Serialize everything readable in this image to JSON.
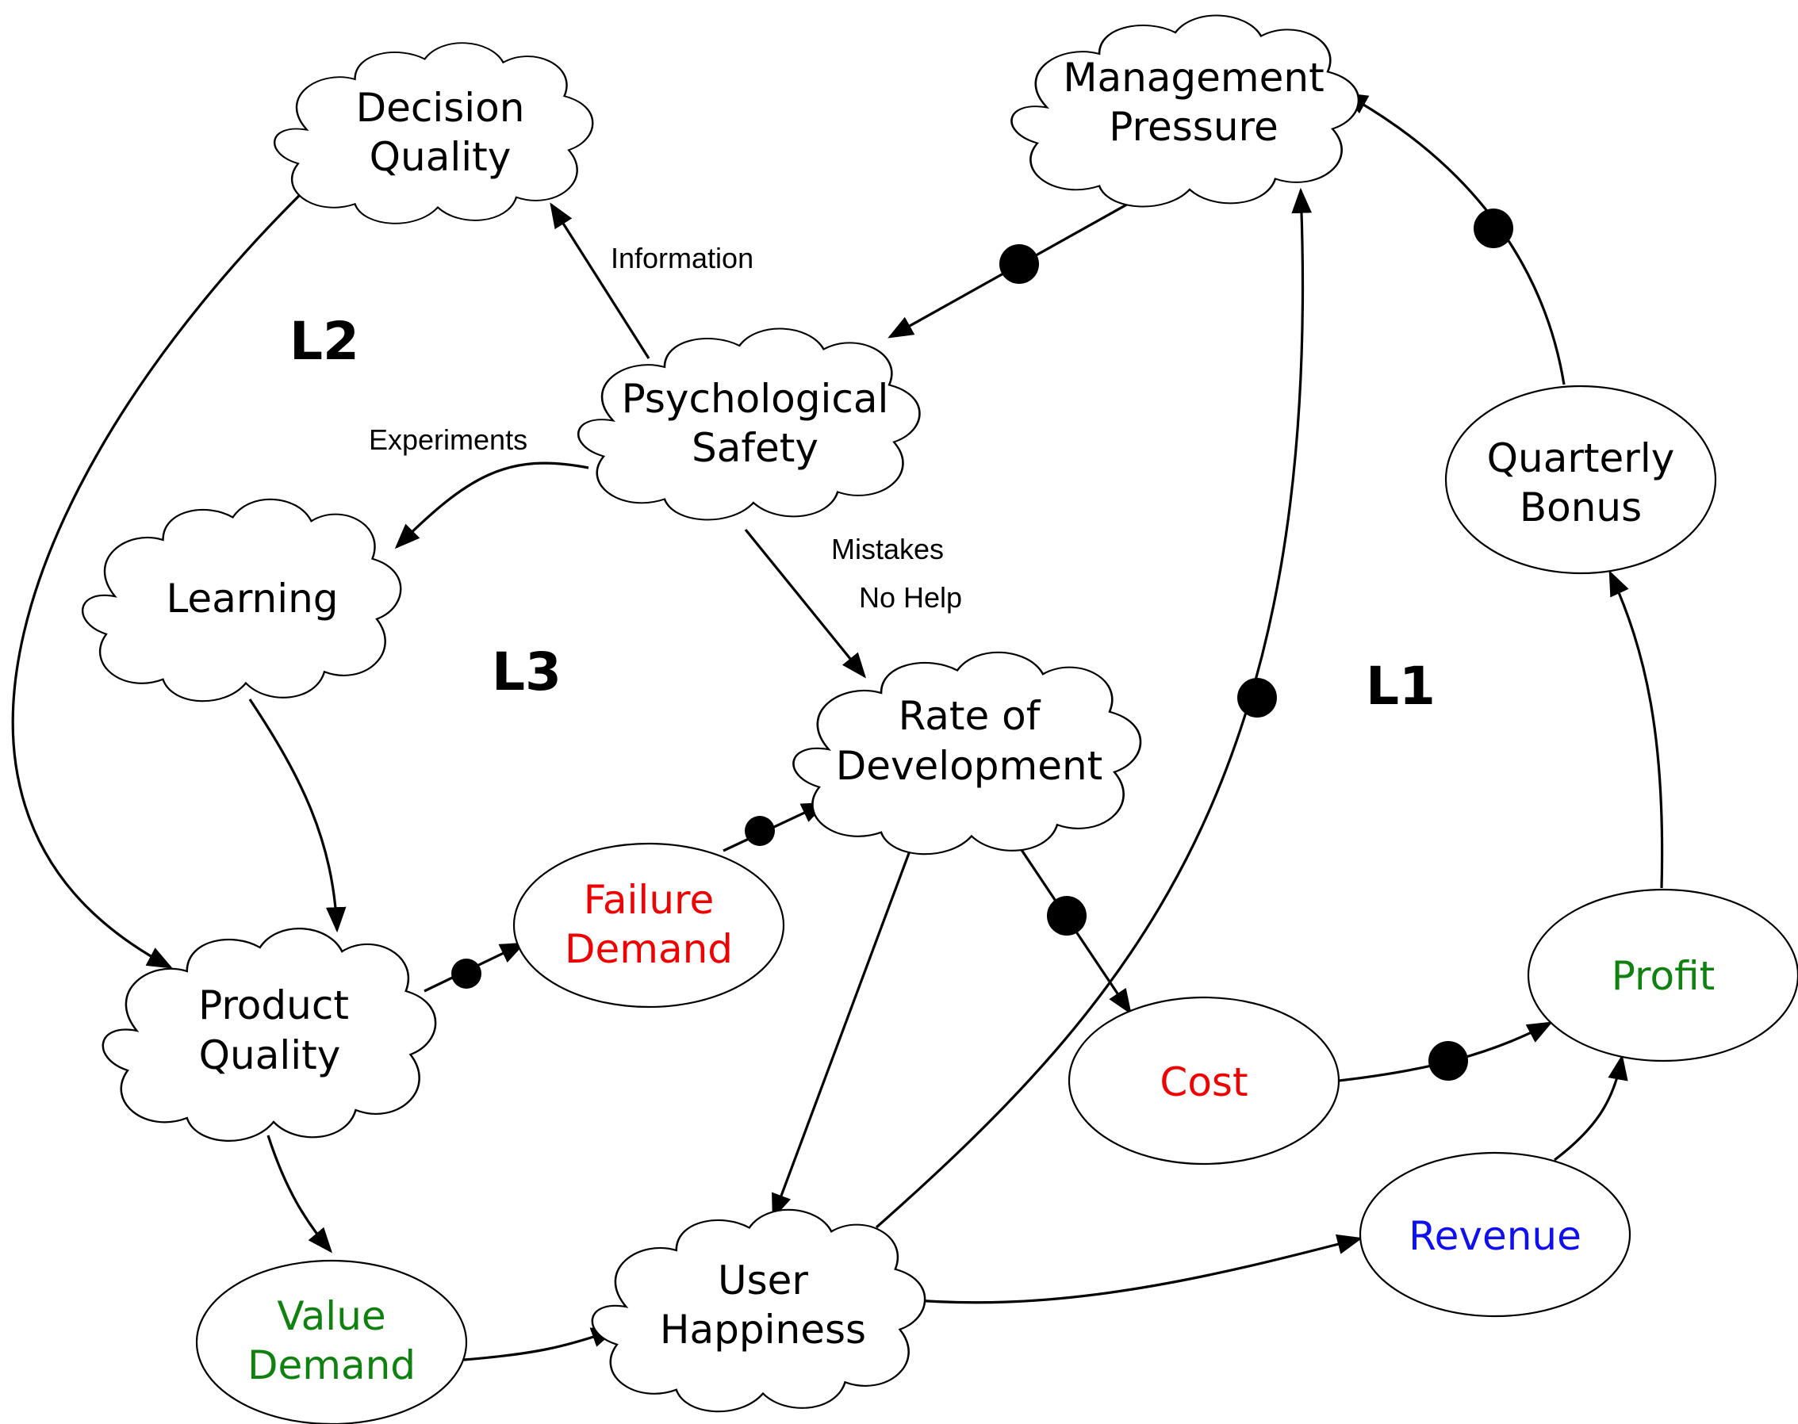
{
  "colors": {
    "black": "#000000",
    "red": "#ee0000",
    "green": "#108010",
    "blue": "#1010ee"
  },
  "nodes": {
    "decision_quality": {
      "lines": [
        "Decision",
        "Quality"
      ],
      "color": "#000000",
      "shape": "cloud"
    },
    "management_pressure": {
      "lines": [
        "Management",
        "Pressure"
      ],
      "color": "#000000",
      "shape": "cloud"
    },
    "psychological_safety": {
      "lines": [
        "Psychological",
        "Safety"
      ],
      "color": "#000000",
      "shape": "cloud"
    },
    "learning": {
      "lines": [
        "Learning"
      ],
      "color": "#000000",
      "shape": "cloud"
    },
    "rate_of_development": {
      "lines": [
        "Rate of",
        "Development"
      ],
      "color": "#000000",
      "shape": "cloud"
    },
    "quarterly_bonus": {
      "lines": [
        "Quarterly",
        "Bonus"
      ],
      "color": "#000000",
      "shape": "ellipse"
    },
    "failure_demand": {
      "lines": [
        "Failure",
        "Demand"
      ],
      "color": "#ee0000",
      "shape": "ellipse"
    },
    "product_quality": {
      "lines": [
        "Product",
        "Quality"
      ],
      "color": "#000000",
      "shape": "cloud"
    },
    "profit": {
      "lines": [
        "Profit"
      ],
      "color": "#108010",
      "shape": "ellipse"
    },
    "cost": {
      "lines": [
        "Cost"
      ],
      "color": "#ee0000",
      "shape": "ellipse"
    },
    "revenue": {
      "lines": [
        "Revenue"
      ],
      "color": "#1010ee",
      "shape": "ellipse"
    },
    "value_demand": {
      "lines": [
        "Value",
        "Demand"
      ],
      "color": "#108010",
      "shape": "ellipse"
    },
    "user_happiness": {
      "lines": [
        "User",
        "Happiness"
      ],
      "color": "#000000",
      "shape": "cloud"
    }
  },
  "edge_labels": {
    "information": "Information",
    "experiments": "Experiments",
    "mistakes": "Mistakes",
    "no_help": "No Help"
  },
  "loops": {
    "l1": "L1",
    "l2": "L2",
    "l3": "L3"
  },
  "edges": [
    {
      "from": "psychological_safety",
      "to": "decision_quality",
      "label": "Information",
      "inverse": false
    },
    {
      "from": "psychological_safety",
      "to": "learning",
      "label": "Experiments",
      "inverse": false
    },
    {
      "from": "psychological_safety",
      "to": "rate_of_development",
      "label": "Mistakes / No Help",
      "inverse": false
    },
    {
      "from": "management_pressure",
      "to": "psychological_safety",
      "inverse": true
    },
    {
      "from": "quarterly_bonus",
      "to": "management_pressure",
      "inverse": true
    },
    {
      "from": "user_happiness",
      "to": "management_pressure",
      "inverse": true
    },
    {
      "from": "decision_quality",
      "to": "product_quality",
      "inverse": false
    },
    {
      "from": "learning",
      "to": "product_quality",
      "inverse": false
    },
    {
      "from": "product_quality",
      "to": "failure_demand",
      "inverse": true
    },
    {
      "from": "failure_demand",
      "to": "rate_of_development",
      "inverse": true
    },
    {
      "from": "rate_of_development",
      "to": "cost",
      "inverse": true
    },
    {
      "from": "rate_of_development",
      "to": "user_happiness",
      "inverse": false
    },
    {
      "from": "product_quality",
      "to": "value_demand",
      "inverse": false
    },
    {
      "from": "value_demand",
      "to": "user_happiness",
      "inverse": false
    },
    {
      "from": "user_happiness",
      "to": "revenue",
      "inverse": false
    },
    {
      "from": "revenue",
      "to": "profit",
      "inverse": false
    },
    {
      "from": "cost",
      "to": "profit",
      "inverse": true
    },
    {
      "from": "profit",
      "to": "quarterly_bonus",
      "inverse": false
    }
  ]
}
